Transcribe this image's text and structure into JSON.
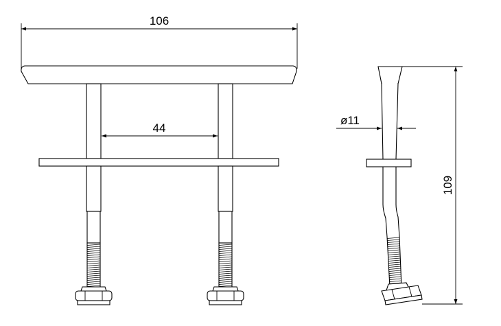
{
  "dimensions": {
    "overall_width": {
      "label": "106",
      "value": 106
    },
    "bolt_spacing": {
      "label": "44",
      "value": 44
    },
    "rod_diameter": {
      "label": "ø11",
      "value": 11
    },
    "overall_height": {
      "label": "109",
      "value": 109
    }
  },
  "views": [
    "front-view",
    "side-view"
  ],
  "colors": {
    "line": "#000000",
    "background": "#ffffff"
  }
}
